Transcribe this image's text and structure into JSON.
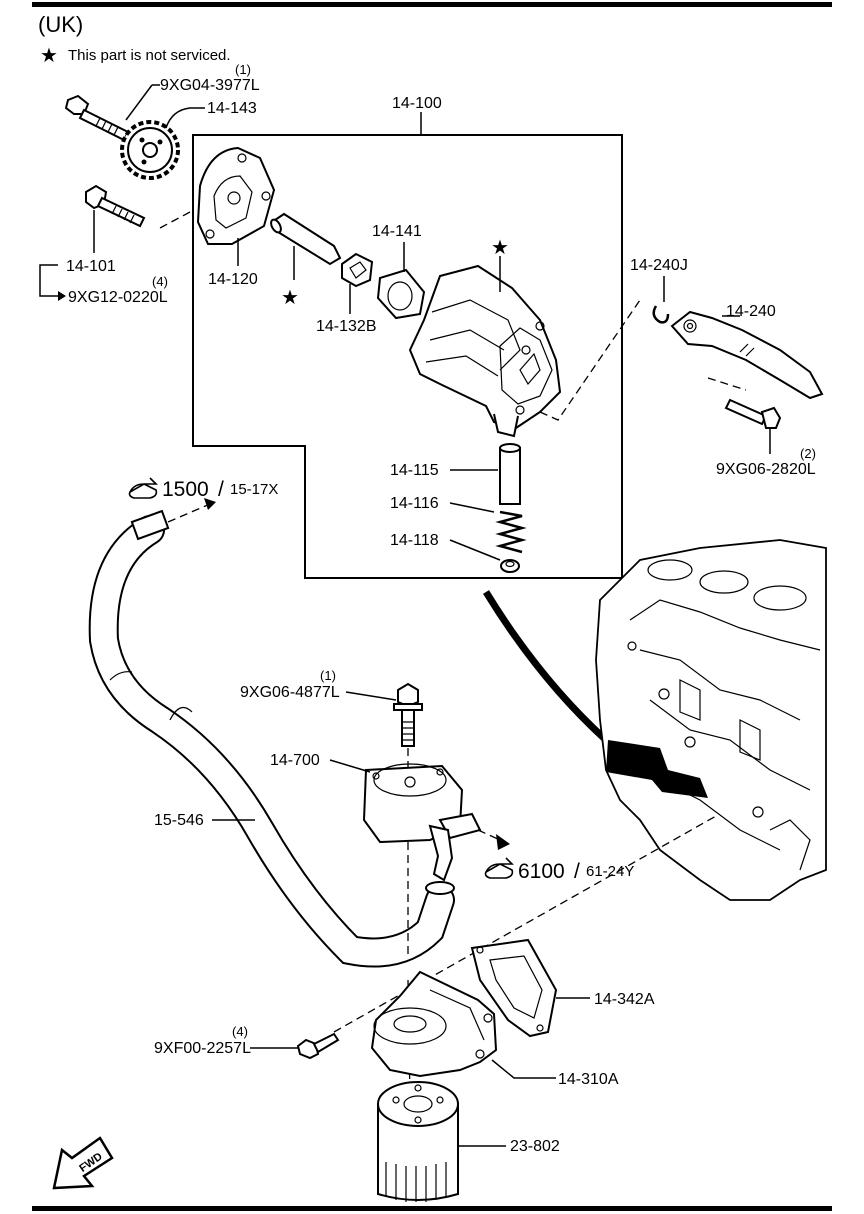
{
  "header": {
    "region": "(UK)",
    "note_symbol": "★",
    "note": "This part is not serviced."
  },
  "fwd_label": "FWD",
  "star": "★",
  "box_label": "14-100",
  "parts": [
    {
      "id": "9XG04-3977L",
      "number": "9XG04-3977L",
      "qty": "(1)"
    },
    {
      "id": "14-143",
      "number": "14-143"
    },
    {
      "id": "14-101",
      "number": "14-101"
    },
    {
      "id": "9XG12-0220L",
      "number": "9XG12-0220L",
      "qty": "(4)"
    },
    {
      "id": "14-120",
      "number": "14-120"
    },
    {
      "id": "14-132B",
      "number": "14-132B"
    },
    {
      "id": "14-141",
      "number": "14-141"
    },
    {
      "id": "14-240J",
      "number": "14-240J"
    },
    {
      "id": "14-240",
      "number": "14-240"
    },
    {
      "id": "9XG06-2820L",
      "number": "9XG06-2820L",
      "qty": "(2)"
    },
    {
      "id": "14-115",
      "number": "14-115"
    },
    {
      "id": "14-116",
      "number": "14-116"
    },
    {
      "id": "14-118",
      "number": "14-118"
    },
    {
      "id": "9XG06-4877L",
      "number": "9XG06-4877L",
      "qty": "(1)"
    },
    {
      "id": "14-700",
      "number": "14-700"
    },
    {
      "id": "15-546",
      "number": "15-546"
    },
    {
      "id": "14-342A",
      "number": "14-342A"
    },
    {
      "id": "9XF00-2257L",
      "number": "9XF00-2257L",
      "qty": "(4)"
    },
    {
      "id": "14-310A",
      "number": "14-310A"
    },
    {
      "id": "23-802",
      "number": "23-802"
    }
  ],
  "references": [
    {
      "main": "1500",
      "sub": "15-17X"
    },
    {
      "main": "6100",
      "sub": "61-24Y"
    }
  ],
  "ref_separator": "/"
}
